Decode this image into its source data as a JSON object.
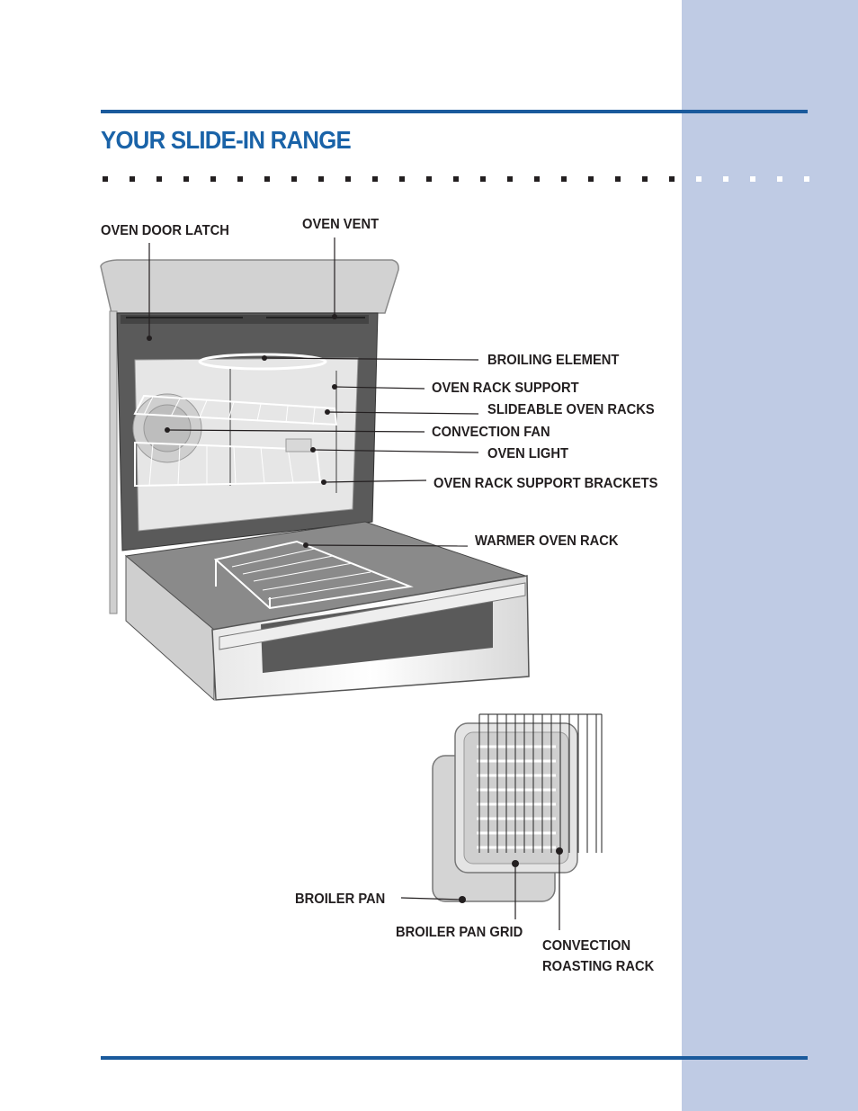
{
  "page": {
    "title": "YOUR SLIDE-IN RANGE",
    "colors": {
      "accent": "#1a63a8",
      "rule": "#1a5a9c",
      "sidebar": "#bfcbe4",
      "dot_dark": "#231f20",
      "dot_light": "#ffffff"
    }
  },
  "labels": {
    "oven_door_latch": "OVEN DOOR LATCH",
    "oven_vent": "OVEN VENT",
    "broiling_element": "BROILING ELEMENT",
    "oven_rack_support": "OVEN RACK SUPPORT",
    "slideable_oven_racks": "SLIDEABLE OVEN RACKS",
    "convection_fan": "CONVECTION FAN",
    "oven_light": "OVEN LIGHT",
    "oven_rack_support_brackets": "OVEN RACK SUPPORT BRACKETS",
    "warmer_oven_rack": "WARMER OVEN RACK",
    "broiler_pan": "BROILER PAN",
    "broiler_pan_grid": "BROILER PAN GRID",
    "convection_roasting_rack_1": "CONVECTION",
    "convection_roasting_rack_2": "ROASTING RACK"
  }
}
